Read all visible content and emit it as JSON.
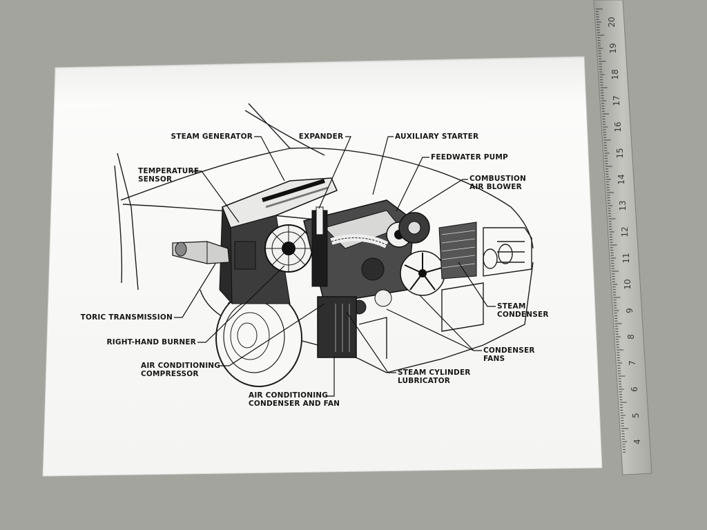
{
  "labels": {
    "steam_generator": "STEAM GENERATOR",
    "expander": "EXPANDER",
    "auxiliary_starter": "AUXILIARY STARTER",
    "feedwater_pump": "FEEDWATER PUMP",
    "combustion_air_blower": "COMBUSTION\nAIR BLOWER",
    "temperature_sensor": "TEMPERATURE\nSENSOR",
    "toric_transmission": "TORIC TRANSMISSION",
    "right_hand_burner": "RIGHT-HAND BURNER",
    "air_conditioning_compressor": "AIR CONDITIONING\nCOMPRESSOR",
    "air_conditioning_condenser": "AIR CONDITIONING\nCONDENSER AND FAN",
    "steam_cylinder_lubricator": "STEAM CYLINDER\nLUBRICATOR",
    "condenser_fans": "CONDENSER\nFANS",
    "steam_condenser": "STEAM\nCONDENSER"
  },
  "ruler": {
    "ticks": [
      "20",
      "19",
      "18",
      "17",
      "16",
      "15",
      "14",
      "13",
      "12",
      "11",
      "10",
      "9",
      "8",
      "7",
      "6",
      "5",
      "4"
    ]
  },
  "colors": {
    "background": "#a3a49d",
    "paper": "#f7f7f5",
    "ink": "#161616",
    "ruler": "#b8b9b3"
  }
}
